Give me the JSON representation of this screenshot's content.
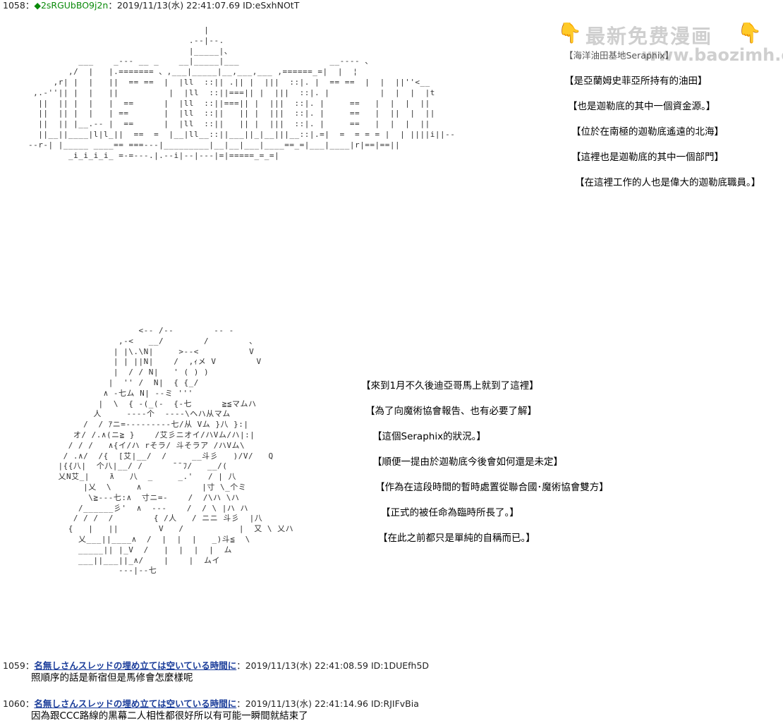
{
  "posts": [
    {
      "number": "1058",
      "separator": "：",
      "trip": "◆2sRGUbBO9j2n",
      "date": "：2019/11/13(水) 22:41:07.69",
      "id": "ID:eSxhNOtT",
      "narration_top": [
        "【海洋油田基地Seraphix】",
        "【是亞蘭姆史菲亞所持有的油田】",
        "【也是迦勒底的其中一個資金源。】",
        "【位於在南極的迦勒底遙遠的北海】",
        "【這裡也是迦勒底的其中一個部門】",
        "【在這裡工作的人也是偉大的迦勒底職員。】"
      ],
      "narration_bottom": [
        "【來到1月不久後迪亞哥馬上就到了這裡】",
        "【為了向魔術協會報告、也有必要了解】",
        "【這個Seraphix的狀況。】",
        "【順便一提由於迦勒底今後會如何還是未定】",
        "【作為在這段時間的暫時處置從聯合國･魔術協會雙方】",
        "【正式的被任命為臨時所長了。】",
        "【在此之前都只是單純的自稱而已。】"
      ]
    },
    {
      "number": "1059",
      "separator": "：",
      "name": "名無しさんスレッドの埋め立ては空いている時間に",
      "date": "：2019/11/13(水) 22:41:08.59",
      "id": "ID:1DUEfh5D",
      "body": "照順序的話是新宿但是馬修會怎麼樣呢"
    },
    {
      "number": "1060",
      "separator": "：",
      "name": "名無しさんスレッドの埋め立ては空いている時間に",
      "date": "：2019/11/13(水) 22:41:14.96",
      "id": "ID:RJIFvBia",
      "body": "因為跟CCC路線的黒幕二人相性都很好所以有可能一瞬間就結束了"
    }
  ],
  "ascii_art": {
    "platform": "                                   |\n                                .--|--.\n                                |_____|、\n          ___    _--- __ _    __|_____|___                  __---- 、\n        ,/  |   |.======= 、,___|_____|__,___,___ ,======_=|  |  ¦\n     ,r| |  |   ||  == ==  |  |ll  ::|| .|| |  |||  ::|. |  == ==  |  |  ||''<__\n ,.-''|| |  |   ||          |  |ll  ::||===|| |  |||  ::|. |          |  |  |  |t\n  ||  || |  |   |  ==      |  |ll  ::||===|| |  |||  ::|. |     ==   |  |  |  ||\n  ||  || |  |   | ==       |  |ll  ::||   || |  |||  ::|. |     ==   |  ||  |  ||\n  ||  || |__.-- |  ==      |  |ll  ::||   || |  |||  ::|. |     ==   |  |  |  ||\n  ||__||____|l|l_||  ==  =  |__|ll__::||___||_|__|||__::|.=|  =  = = = |  | ||||i||--\n--r-| |_____ ____== ===---|_________|__|__|___|____==_=|___|____|r|==|==||\n        _i_i_i_i_ =-=---.|.--i|--|---|=|=====_=_=|",
    "figure": "                    <-- /--        -- -\n                ,-<   __/        /        、\n               | |\\.\\N|     >--<          V\n               | | ||N|    /  ,ｨメ V        V\n               |  / / N|   ' ( ) )\n              |  '' /  N|  { {_/\n             ∧ -七ム N| --ミ '''\n            |  \\  { -(_(-  {-七      ≧≦マムハ\n           人     ----个  ----\\ヘハ从マム\n         /  / ｱニ=---------七/从 Vム }八 }:|\n       オ/ /.∧(ニ≧ }    /艾彡ニオイ/ハVム/ハ|:|\n      / / /   ∧{イ/ハ rそラ/ 斗そラア /ハVム\\\n     / .∧/  /{  [艾|__/  /     __斗彡   )/V/   Q\n    |{{八|  个八|__/ /      ̄ ̄ ﾌ/   __/(\n    乂N艾_|    ̄∧   八  _     _.'   / | 八\n         |乂  \\     ∧            |寸 \\_个ミ\n          \\≧---七:∧  寸ニ=-    /  /\\ハ \\ハ\n        /______彡'  ∧  ---    /  / \\ |ハ ハ\n       / / /  /        { /人   / ニニ 斗彡  |八\n      {   |   ||        V   /           |  又 \\ 乂ハ\n        乂___||____∧  /  |  |  |   _)斗≦  \\\n        _____|| |_V  /   |  |  |  |  ム\n        ___||___||_∧/    |    |  ムイ\n                ---|--七"
  },
  "watermark": {
    "title": "最新免费漫画",
    "url": "www.baozimh.com",
    "hand": "👇"
  }
}
